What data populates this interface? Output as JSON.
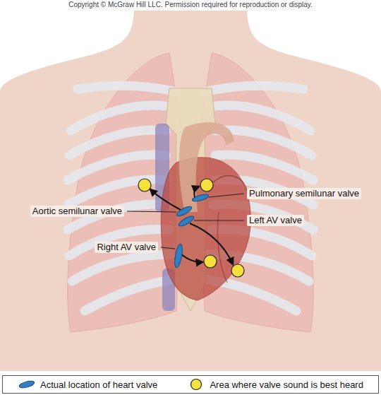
{
  "diagram": {
    "labels": [
      "Copyright © McGraw Hill LLC. Permission required for reproduction or display.",
      "Pulmonary semilunar valve",
      "Aortic semilunar valve",
      "Left AV valve",
      "Right AV valve"
    ],
    "legend": [
      {
        "text": "Actual location of heart valve"
      },
      {
        "text": "Area where valve sound is best heard"
      }
    ]
  }
}
